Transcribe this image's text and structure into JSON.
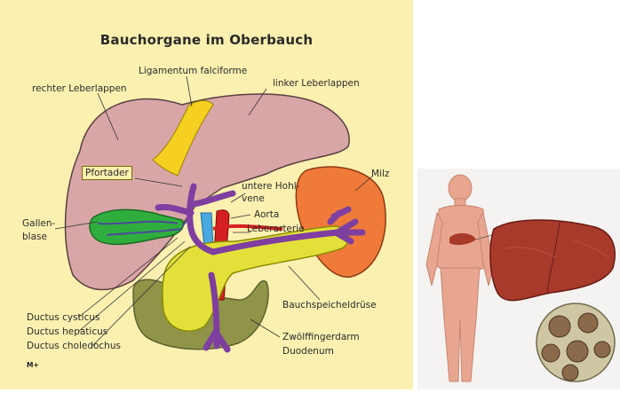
{
  "diagram": {
    "title": "Bauchorgane im Oberbauch",
    "labels": {
      "ligamentum": "Ligamentum falciforme",
      "rechter_lappen": "rechter Leberlappen",
      "linker_lappen": "linker Leberlappen",
      "pfortader": "Pfortader",
      "hohlvene_1": "untere Hohl-",
      "hohlvene_2": "vene",
      "aorta": "Aorta",
      "leberarterie": "Leberarterie",
      "milz": "Milz",
      "gallenblase_1": "Gallen-",
      "gallenblase_2": "blase",
      "bauchspeicheldruese": "Bauchspeicheldrüse",
      "ductus_cysticus": "Ductus cysticus",
      "ductus_hepaticus": "Ductus hepaticus",
      "ductus_choledochus": "Ductus choledochus",
      "zwoelffingerdarm": "Zwölffingerdarm",
      "duodenum": "Duodenum"
    },
    "logo": "M+",
    "colors": {
      "background": "#fbf0b0",
      "liver": "#d9a6a8",
      "ligament": "#f5d020",
      "gallbladder": "#2fae3e",
      "spleen": "#f07a3a",
      "vein": "#7e3fa0",
      "artery": "#d42020",
      "vena_cava": "#4aa8e0",
      "pancreas": "#e4e03a",
      "duodenum": "#8f9448"
    }
  },
  "illustration": {
    "colors": {
      "background": "#f4f3f1",
      "skin": "#e8a58f",
      "liver": "#a83a2c"
    }
  }
}
